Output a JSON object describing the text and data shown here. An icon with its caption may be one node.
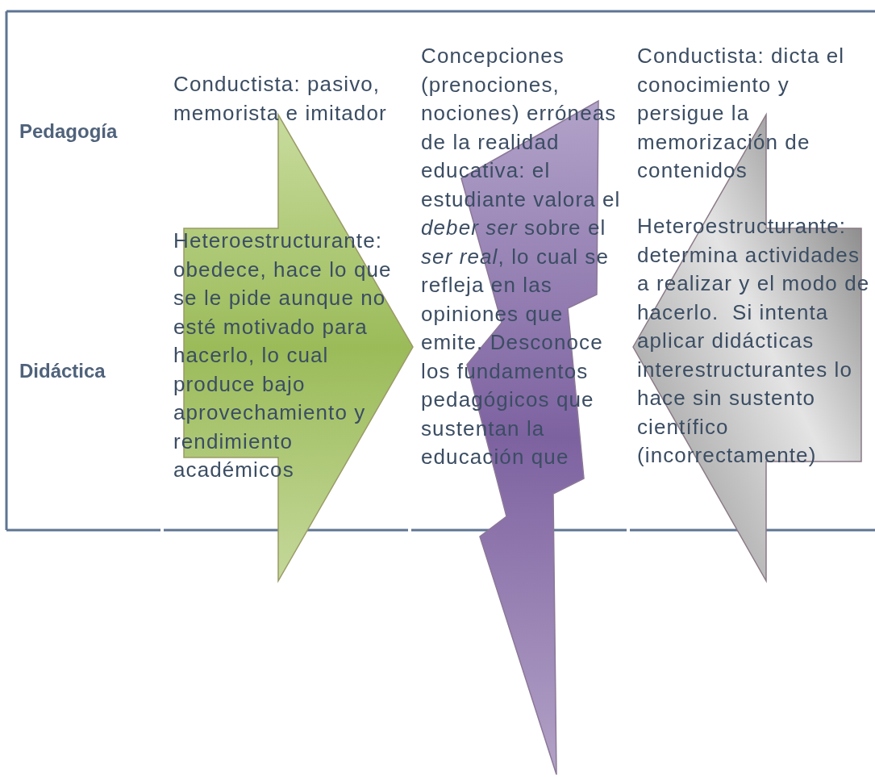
{
  "diagram": {
    "nodes": [
      {
        "text": [],
        "shape": "arrow"
      },
      {
        "text": [],
        "shape": "lightning"
      },
      {
        "text": [],
        "shape": "arrow"
      }
    ],
    "labels": [
      "Pedagogía",
      "Conductista: pasivo, memorista e imitador",
      "Concepciones (prenociones, nociones) erróneas de la realidad educativa: el estudiante valora el *deber ser* sobre el *ser real*, lo cual se refleja en las opiniones que emite. Desconoce los fundamentos pedagógicos que sustentan la educación que",
      "Conductista: dicta el conocimiento y persigue la memorización de contenidos",
      "Didáctica",
      "Heteroestructurante: obedece, hace lo que se le pide aunque no esté motivado para hacerlo, lo cual produce bajo aprovechamiento y rendimiento académicos",
      "Heteroestructurante: determina actividades a realizar y el modo de hacerlo.  Si intenta aplicar didácticas interestructurantes lo hace sin sustento científico (incorrectamente)"
    ]
  }
}
